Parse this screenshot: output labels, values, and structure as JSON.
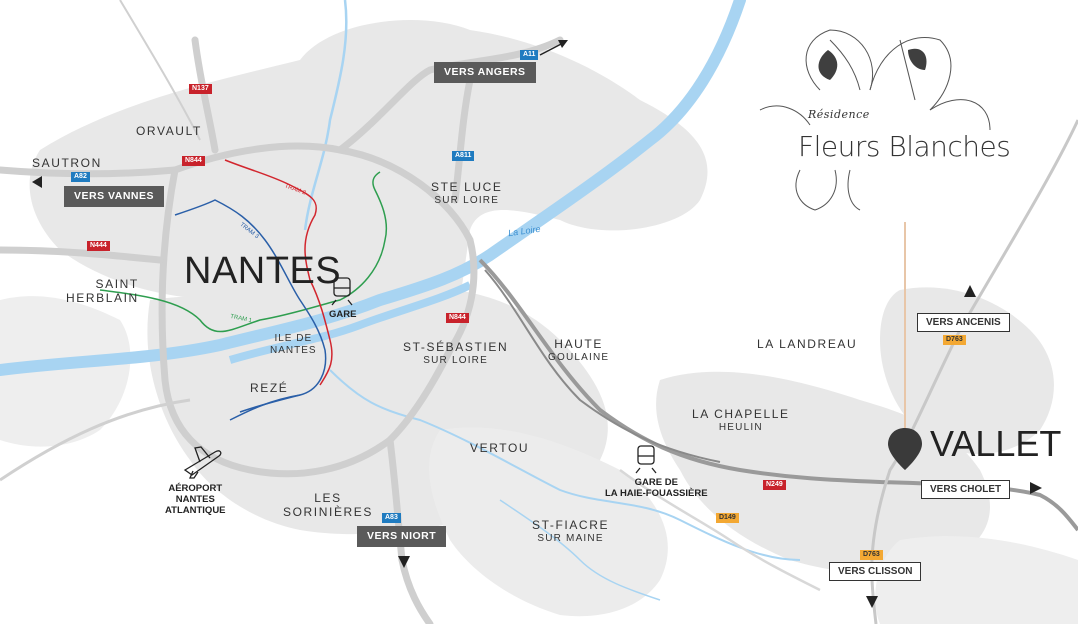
{
  "brand": {
    "small": "Résidence",
    "name": "Fleurs Blanches"
  },
  "cities": {
    "main": "NANTES",
    "destination": "VALLET"
  },
  "labels": {
    "orvault": "ORVAULT",
    "sautron": "SAUTRON",
    "saint_herblain_1": "SAINT",
    "saint_herblain_2": "HERBLAIN",
    "ste_luce": "STE LUCE",
    "ste_luce_sub": "SUR LOIRE",
    "ile_nantes_1": "ILE DE",
    "ile_nantes_2": "NANTES",
    "reze": "REZÉ",
    "st_sebastien": "ST-SÉBASTIEN",
    "st_sebastien_sub": "SUR LOIRE",
    "haute": "HAUTE",
    "haute_sub": "GOULAINE",
    "vertou": "VERTOU",
    "les_sorinieres_1": "LES",
    "les_sorinieres_2": "SORINIÈRES",
    "st_fiacre": "ST-FIACRE",
    "st_fiacre_sub": "SUR MAINE",
    "la_chapelle": "LA CHAPELLE",
    "la_chapelle_sub": "HEULIN",
    "la_landreau": "LA LANDREAU"
  },
  "directions": {
    "angers": "VERS ANGERS",
    "vannes": "VERS VANNES",
    "niort": "VERS NIORT",
    "ancenis": "VERS ANCENIS",
    "cholet": "VERS CHOLET",
    "clisson": "VERS CLISSON"
  },
  "roads": {
    "n137": "N137",
    "a82": "A82",
    "n844_a": "N844",
    "n444": "N444",
    "a11": "A11",
    "a811": "A811",
    "n844_b": "N844",
    "a83": "A83",
    "n249": "N249",
    "d763_a": "D763",
    "d763_b": "D763",
    "d149": "D149"
  },
  "pois": {
    "gare": "GARE",
    "gare_hf_1": "GARE DE",
    "gare_hf_2": "LA HAIE-FOUASSIÈRE",
    "airport_1": "AÉROPORT",
    "airport_2": "NANTES",
    "airport_3": "ATLANTIQUE"
  },
  "trams": {
    "t1": "TRAM 1",
    "t2": "TRAM 2",
    "t3": "TRAM 3"
  },
  "river": "La Loire",
  "colors": {
    "land": "#e8e8e8",
    "river": "#a8d4f2",
    "road": "#c8c8c8",
    "tram1": "#2e9e4f",
    "tram2": "#d2262e",
    "tram3": "#2a5fa8",
    "pin": "#3a3a3a",
    "railway": "#8a8a8a"
  }
}
